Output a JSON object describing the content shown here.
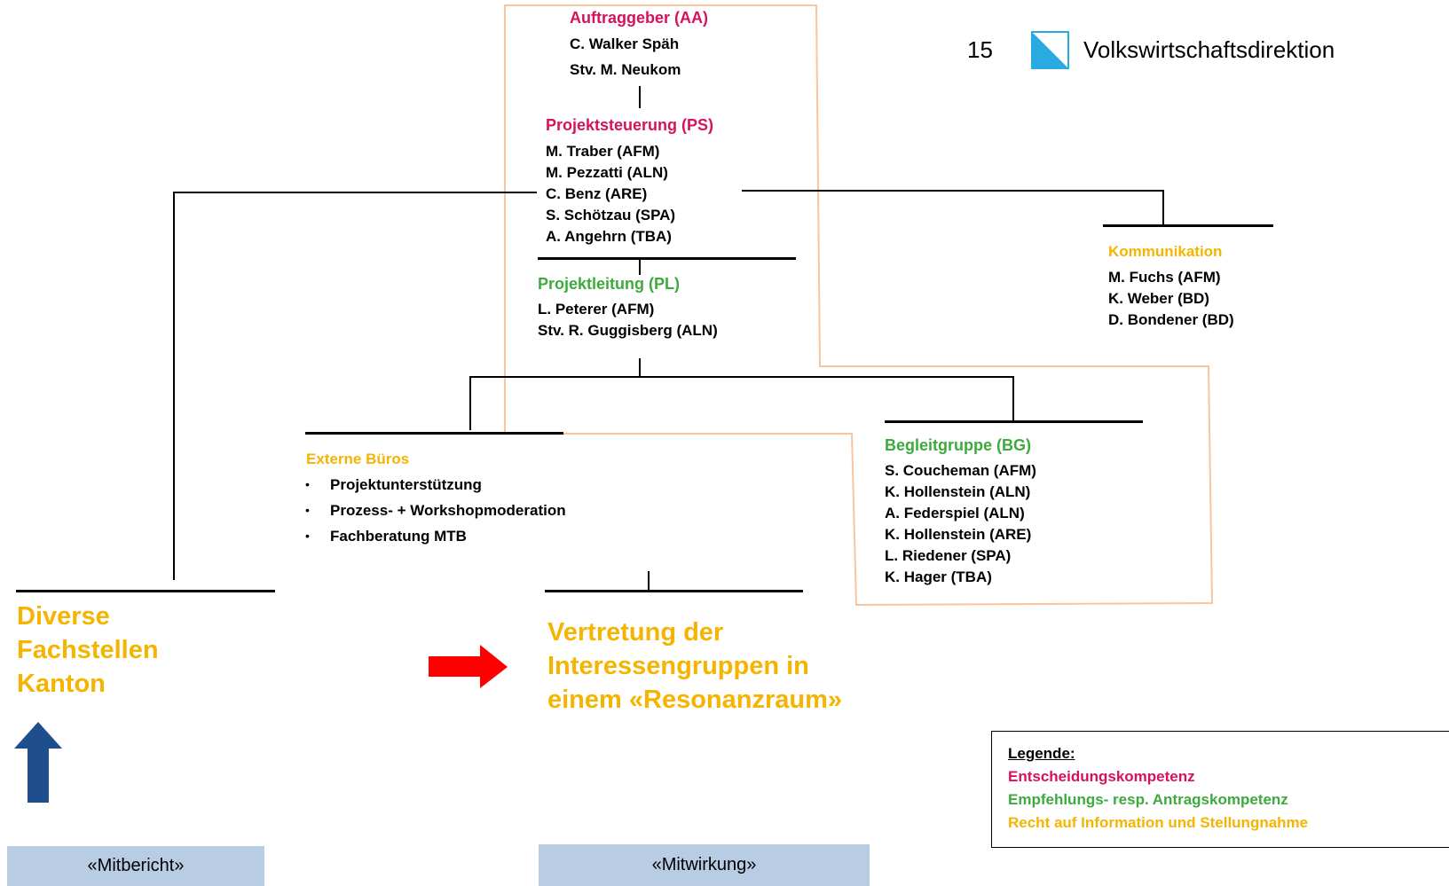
{
  "header": {
    "page_number": "15",
    "department": "Volkswirtschaftsdirektion"
  },
  "aa": {
    "title": "Auftraggeber  (AA)",
    "members": [
      "C. Walker Späh",
      "Stv. M. Neukom"
    ]
  },
  "ps": {
    "title": "Projektsteuerung (PS)",
    "members": [
      "M. Traber (AFM)",
      "M. Pezzatti (ALN)",
      "C. Benz (ARE)",
      "S. Schötzau (SPA)",
      "A. Angehrn (TBA)"
    ]
  },
  "pl": {
    "title": "Projektleitung (PL)",
    "members": [
      "L. Peterer (AFM)",
      "Stv. R. Guggisberg (ALN)"
    ]
  },
  "kommunikation": {
    "title": "Kommunikation",
    "members": [
      "M. Fuchs (AFM)",
      "K. Weber (BD)",
      "D. Bondener (BD)"
    ]
  },
  "externe": {
    "title": "Externe Büros",
    "items": [
      "Projektunterstützung",
      "Prozess- + Workshopmoderation",
      "Fachberatung MTB"
    ]
  },
  "bg": {
    "title": "Begleitgruppe (BG)",
    "members": [
      "S. Coucheman (AFM)",
      "K. Hollenstein (ALN)",
      "A. Federspiel (ALN)",
      "K. Hollenstein (ARE)",
      "L. Riedener (SPA)",
      "K. Hager  (TBA)"
    ]
  },
  "fachstellen": {
    "lines": [
      "Diverse",
      "Fachstellen",
      "Kanton"
    ]
  },
  "vertretung": {
    "lines": [
      "Vertretung der",
      "Interessengruppen in",
      "einem «Resonanzraum»"
    ]
  },
  "tabs": {
    "mitbericht": "«Mitbericht»",
    "mitwirkung": "«Mitwirkung»"
  },
  "legend": {
    "title": "Legende:",
    "entscheidung": "Entscheidungskompetenz",
    "empfehlung": "Empfehlungs- resp. Antragskompetenz",
    "recht": "Recht auf Information und Stellungnahme"
  },
  "colors": {
    "decision": "#d6125d",
    "recommendation": "#3daa3d",
    "information": "#f5b400",
    "outline": "#f7c59f",
    "red_arrow": "#ff0000",
    "blue_arrow": "#1f4e8c",
    "tab_bg": "#b8cce4",
    "logo_blue": "#29abe2"
  },
  "icons": {
    "logo": "canton-zurich-logo-icon",
    "red_arrow": "arrow-right-icon",
    "blue_arrow": "arrow-up-icon"
  }
}
